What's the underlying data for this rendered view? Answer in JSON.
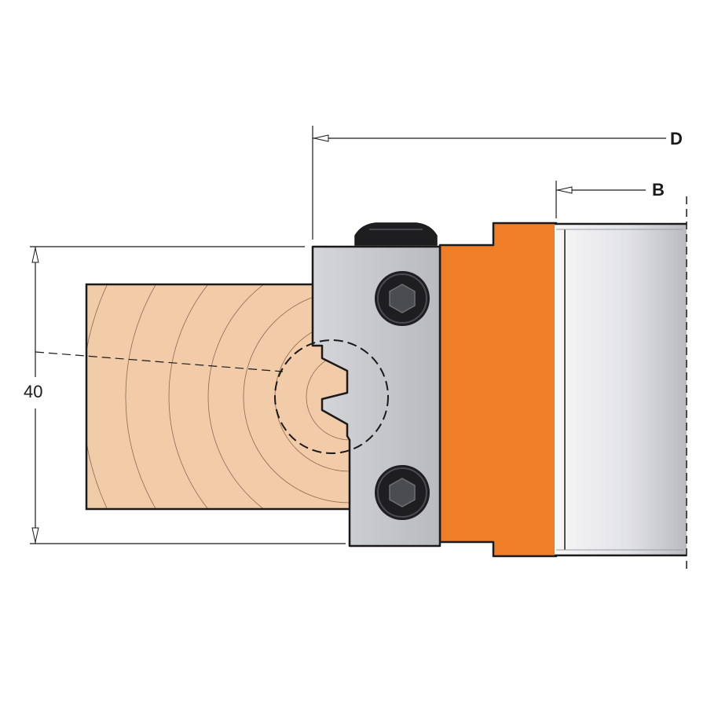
{
  "dimensions": {
    "overall_width_label": "D",
    "bore_offset_label": "B",
    "height_label": "40"
  },
  "colors": {
    "wood": "#f2cba8",
    "wood_grain": "#6b4a32",
    "knife": "#c8cacd",
    "body": "#f07e26",
    "shaft_light": "#f2f2f4",
    "shaft_dark": "#bfc1c5",
    "screw": "#1e1e20",
    "outline": "#1a1a1a"
  },
  "icons": [
    "hex-socket-screw-icon",
    "hex-socket-screw-icon",
    "locking-screw-icon"
  ]
}
